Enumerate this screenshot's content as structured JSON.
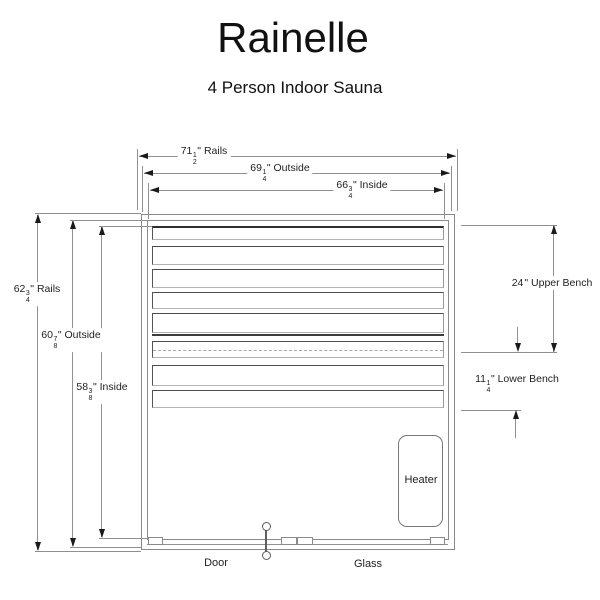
{
  "header": {
    "title": "Rainelle",
    "subtitle": "4 Person Indoor Sauna"
  },
  "dimensions": {
    "top": [
      {
        "whole": "71",
        "num": "1",
        "den": "2",
        "suffix": "\" Rails"
      },
      {
        "whole": "69",
        "num": "1",
        "den": "4",
        "suffix": "\" Outside"
      },
      {
        "whole": "66",
        "num": "3",
        "den": "4",
        "suffix": "\" Inside"
      }
    ],
    "left": [
      {
        "whole": "62",
        "num": "3",
        "den": "4",
        "suffix": "\" Rails"
      },
      {
        "whole": "60",
        "num": "7",
        "den": "8",
        "suffix": "\" Outside"
      },
      {
        "whole": "58",
        "num": "3",
        "den": "8",
        "suffix": "\" Inside"
      }
    ],
    "right": [
      {
        "whole": "24",
        "num": "",
        "den": "",
        "suffix": "\" Upper Bench"
      },
      {
        "whole": "11",
        "num": "1",
        "den": "4",
        "suffix": "\" Lower Bench"
      }
    ]
  },
  "parts": {
    "heater": "Heater",
    "door": "Door",
    "glass": "Glass"
  },
  "colors": {
    "line": "#8a8a8a",
    "dim_line": "#909090",
    "text": "#1f1f1f",
    "background": "#ffffff"
  }
}
